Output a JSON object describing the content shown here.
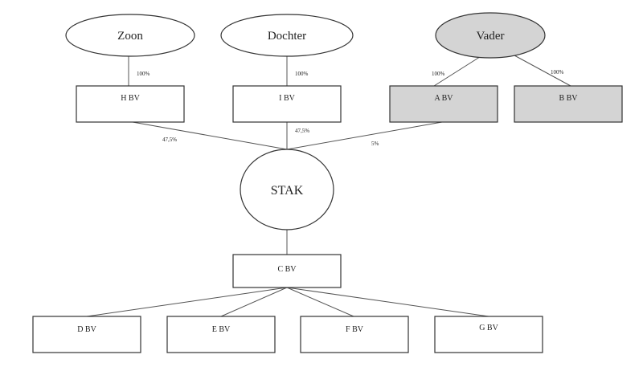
{
  "shareholders": {
    "zoon": "Zoon",
    "dochter": "Dochter",
    "vader": "Vader"
  },
  "holdings": {
    "h": "H BV",
    "i": "I BV",
    "a": "A BV",
    "b": "B BV"
  },
  "stak": "STAK",
  "operating": {
    "c": "C BV",
    "d": "D BV",
    "e": "E BV",
    "f": "F BV",
    "g": "G BV"
  },
  "percentages": {
    "zoon_h": "100%",
    "dochter_i": "100%",
    "vader_a": "100%",
    "vader_b": "100%",
    "h_stak": "47,5%",
    "i_stak": "47,5%",
    "a_stak": "5%"
  },
  "colors": {
    "highlight_fill": "#d4d4d4",
    "default_fill": "#ffffff",
    "stroke": "#333333"
  }
}
